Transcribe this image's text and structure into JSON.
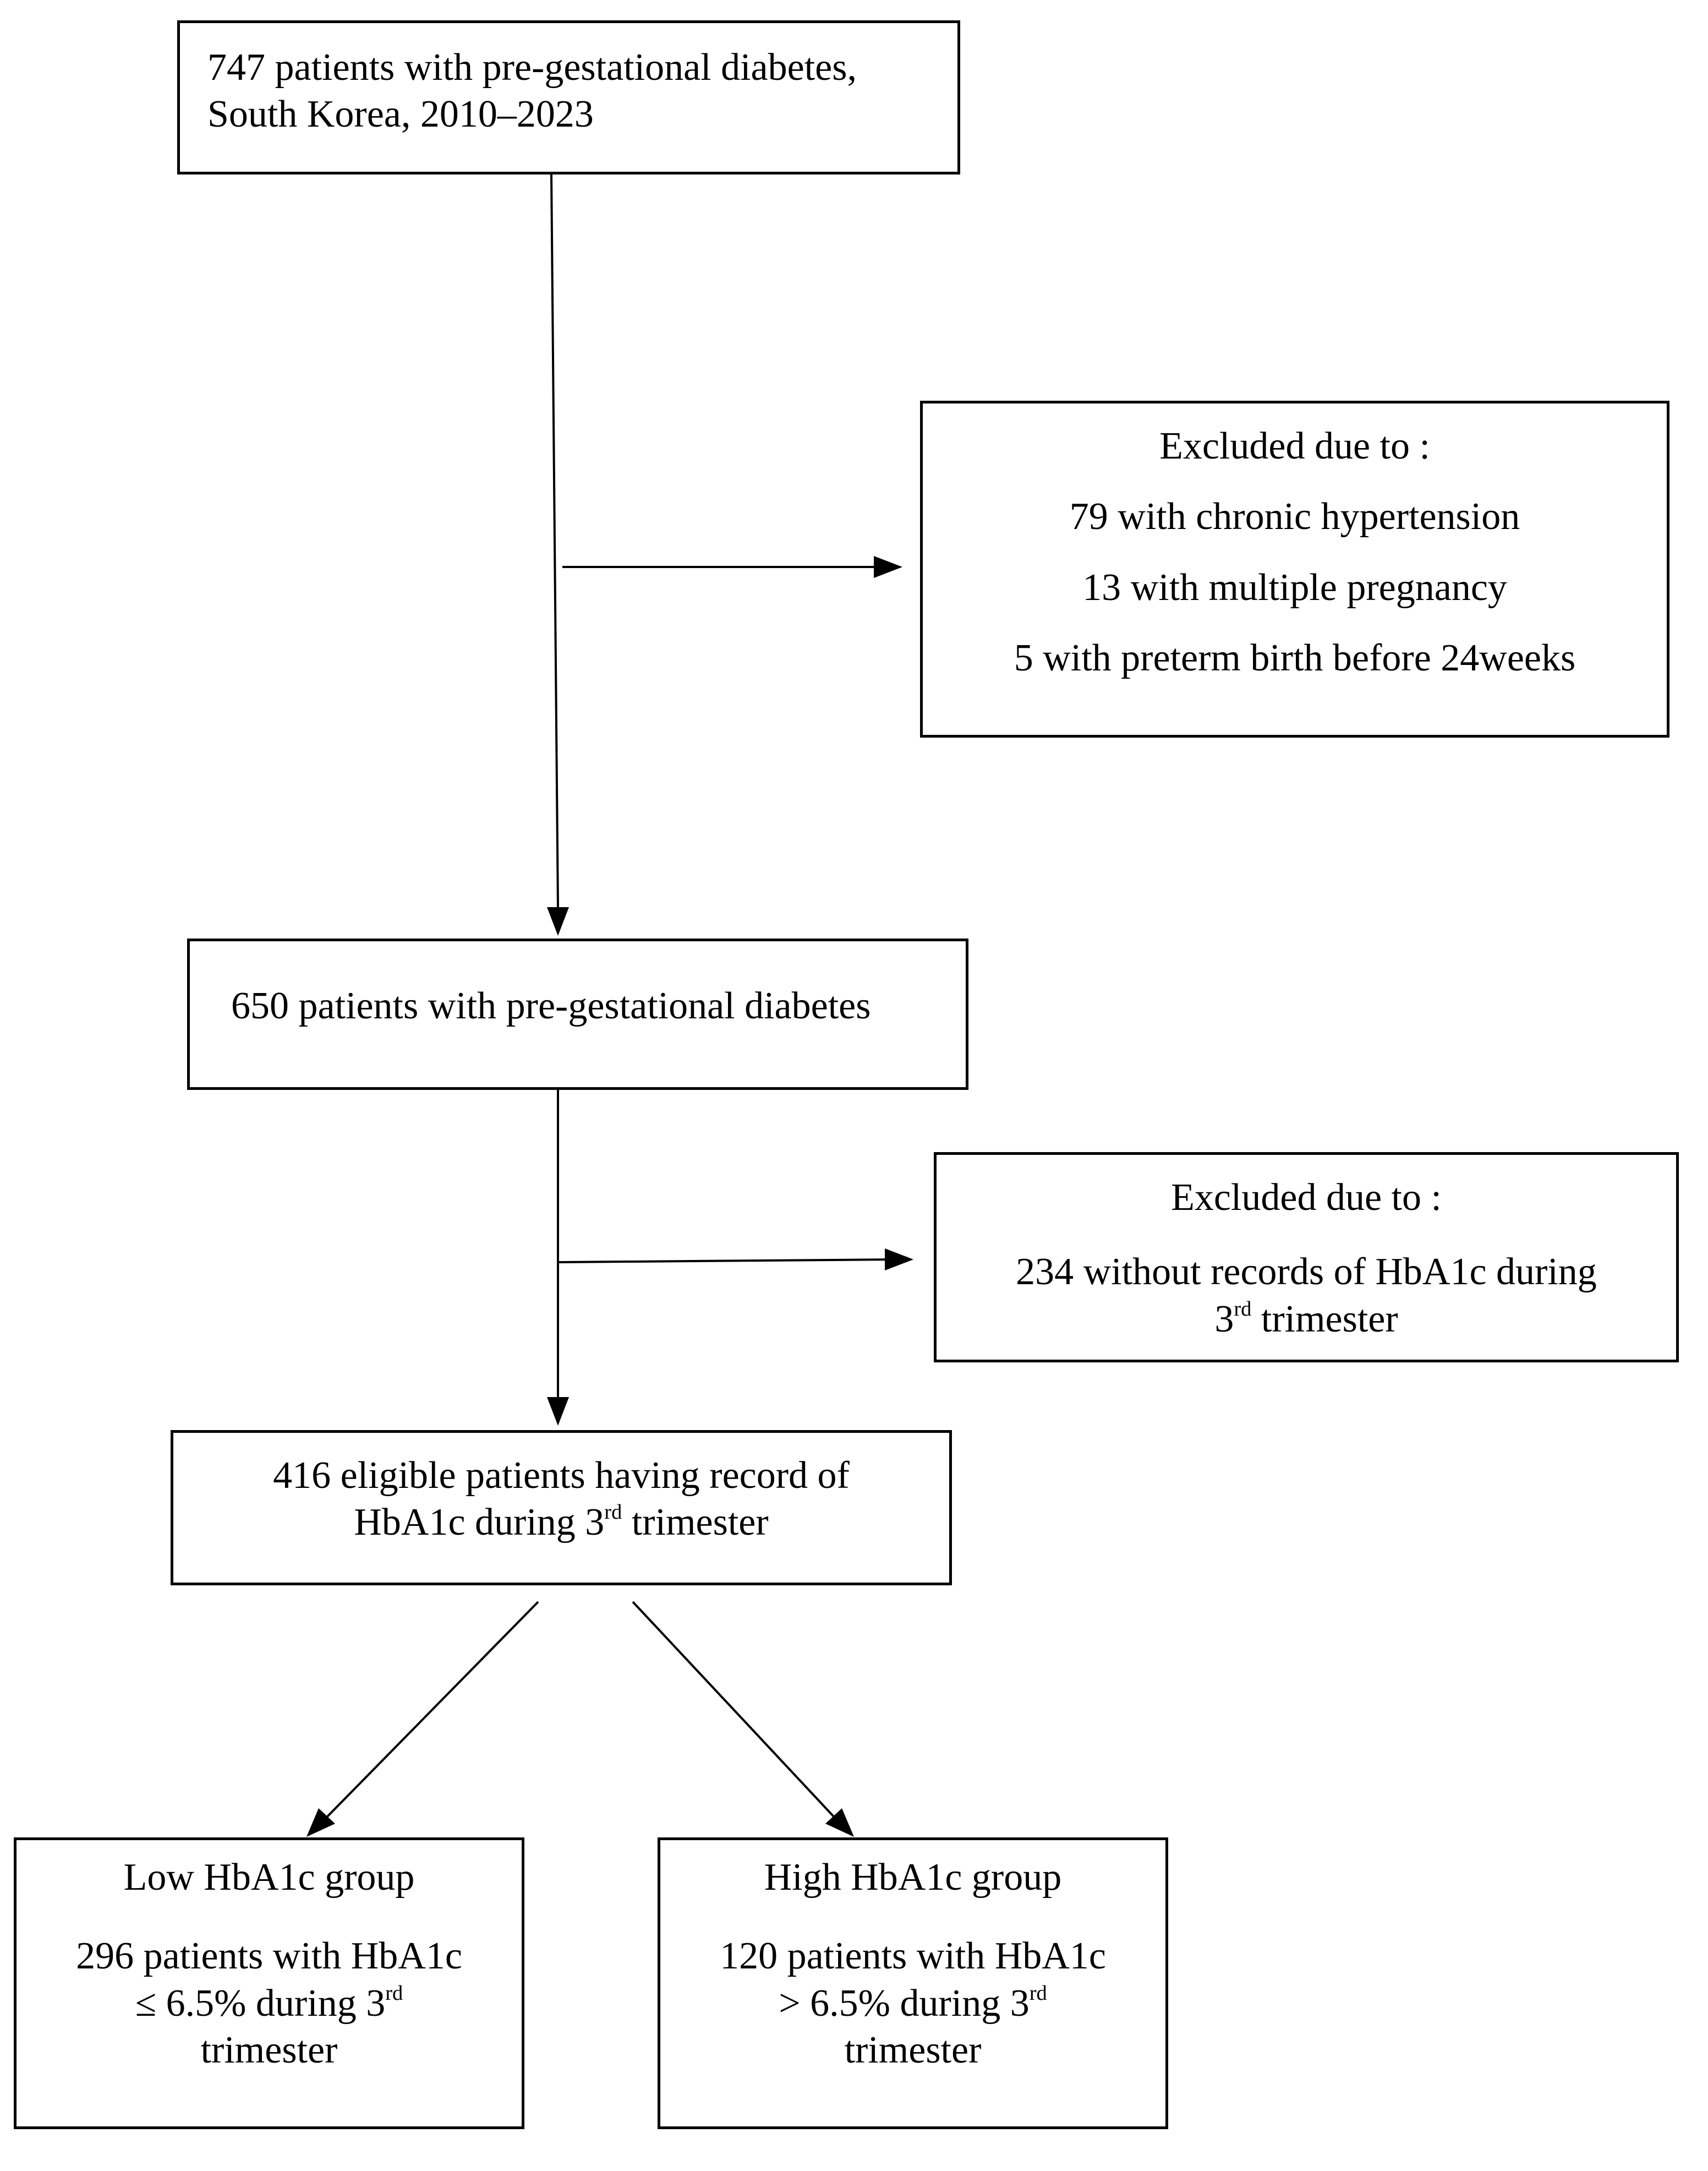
{
  "boxes": {
    "total": {
      "line1": "747 patients with pre-gestational diabetes,",
      "line2": "South Korea, 2010–2023"
    },
    "exclusion1": {
      "heading": "Excluded due to :",
      "items": [
        "79 with chronic hypertension",
        "13 with multiple pregnancy",
        "5 with preterm birth before 24weeks"
      ]
    },
    "after_exclusion": {
      "text": "650 patients with pre-gestational diabetes"
    },
    "exclusion2": {
      "heading": "Excluded due to :",
      "line1": "234 without records of HbA1c during",
      "line2_num": "3",
      "line2_sup": "rd",
      "line2_rest": " trimester"
    },
    "eligible": {
      "line1": "416 eligible patients having record of",
      "line2_pre": "HbA1c during 3",
      "line2_sup": "rd",
      "line2_rest": " trimester"
    },
    "low_group": {
      "heading": "Low HbA1c group",
      "line1": "296 patients with HbA1c",
      "line2_pre": "≤ 6.5% during 3",
      "line2_sup": "rd",
      "line3": "trimester"
    },
    "high_group": {
      "heading": "High HbA1c group",
      "line1": "120 patients with HbA1c",
      "line2_pre": "> 6.5% during 3",
      "line2_sup": "rd",
      "line3": "trimester"
    }
  },
  "colors": {
    "line": "#000000",
    "box_border": "#000000",
    "background": "#ffffff"
  }
}
